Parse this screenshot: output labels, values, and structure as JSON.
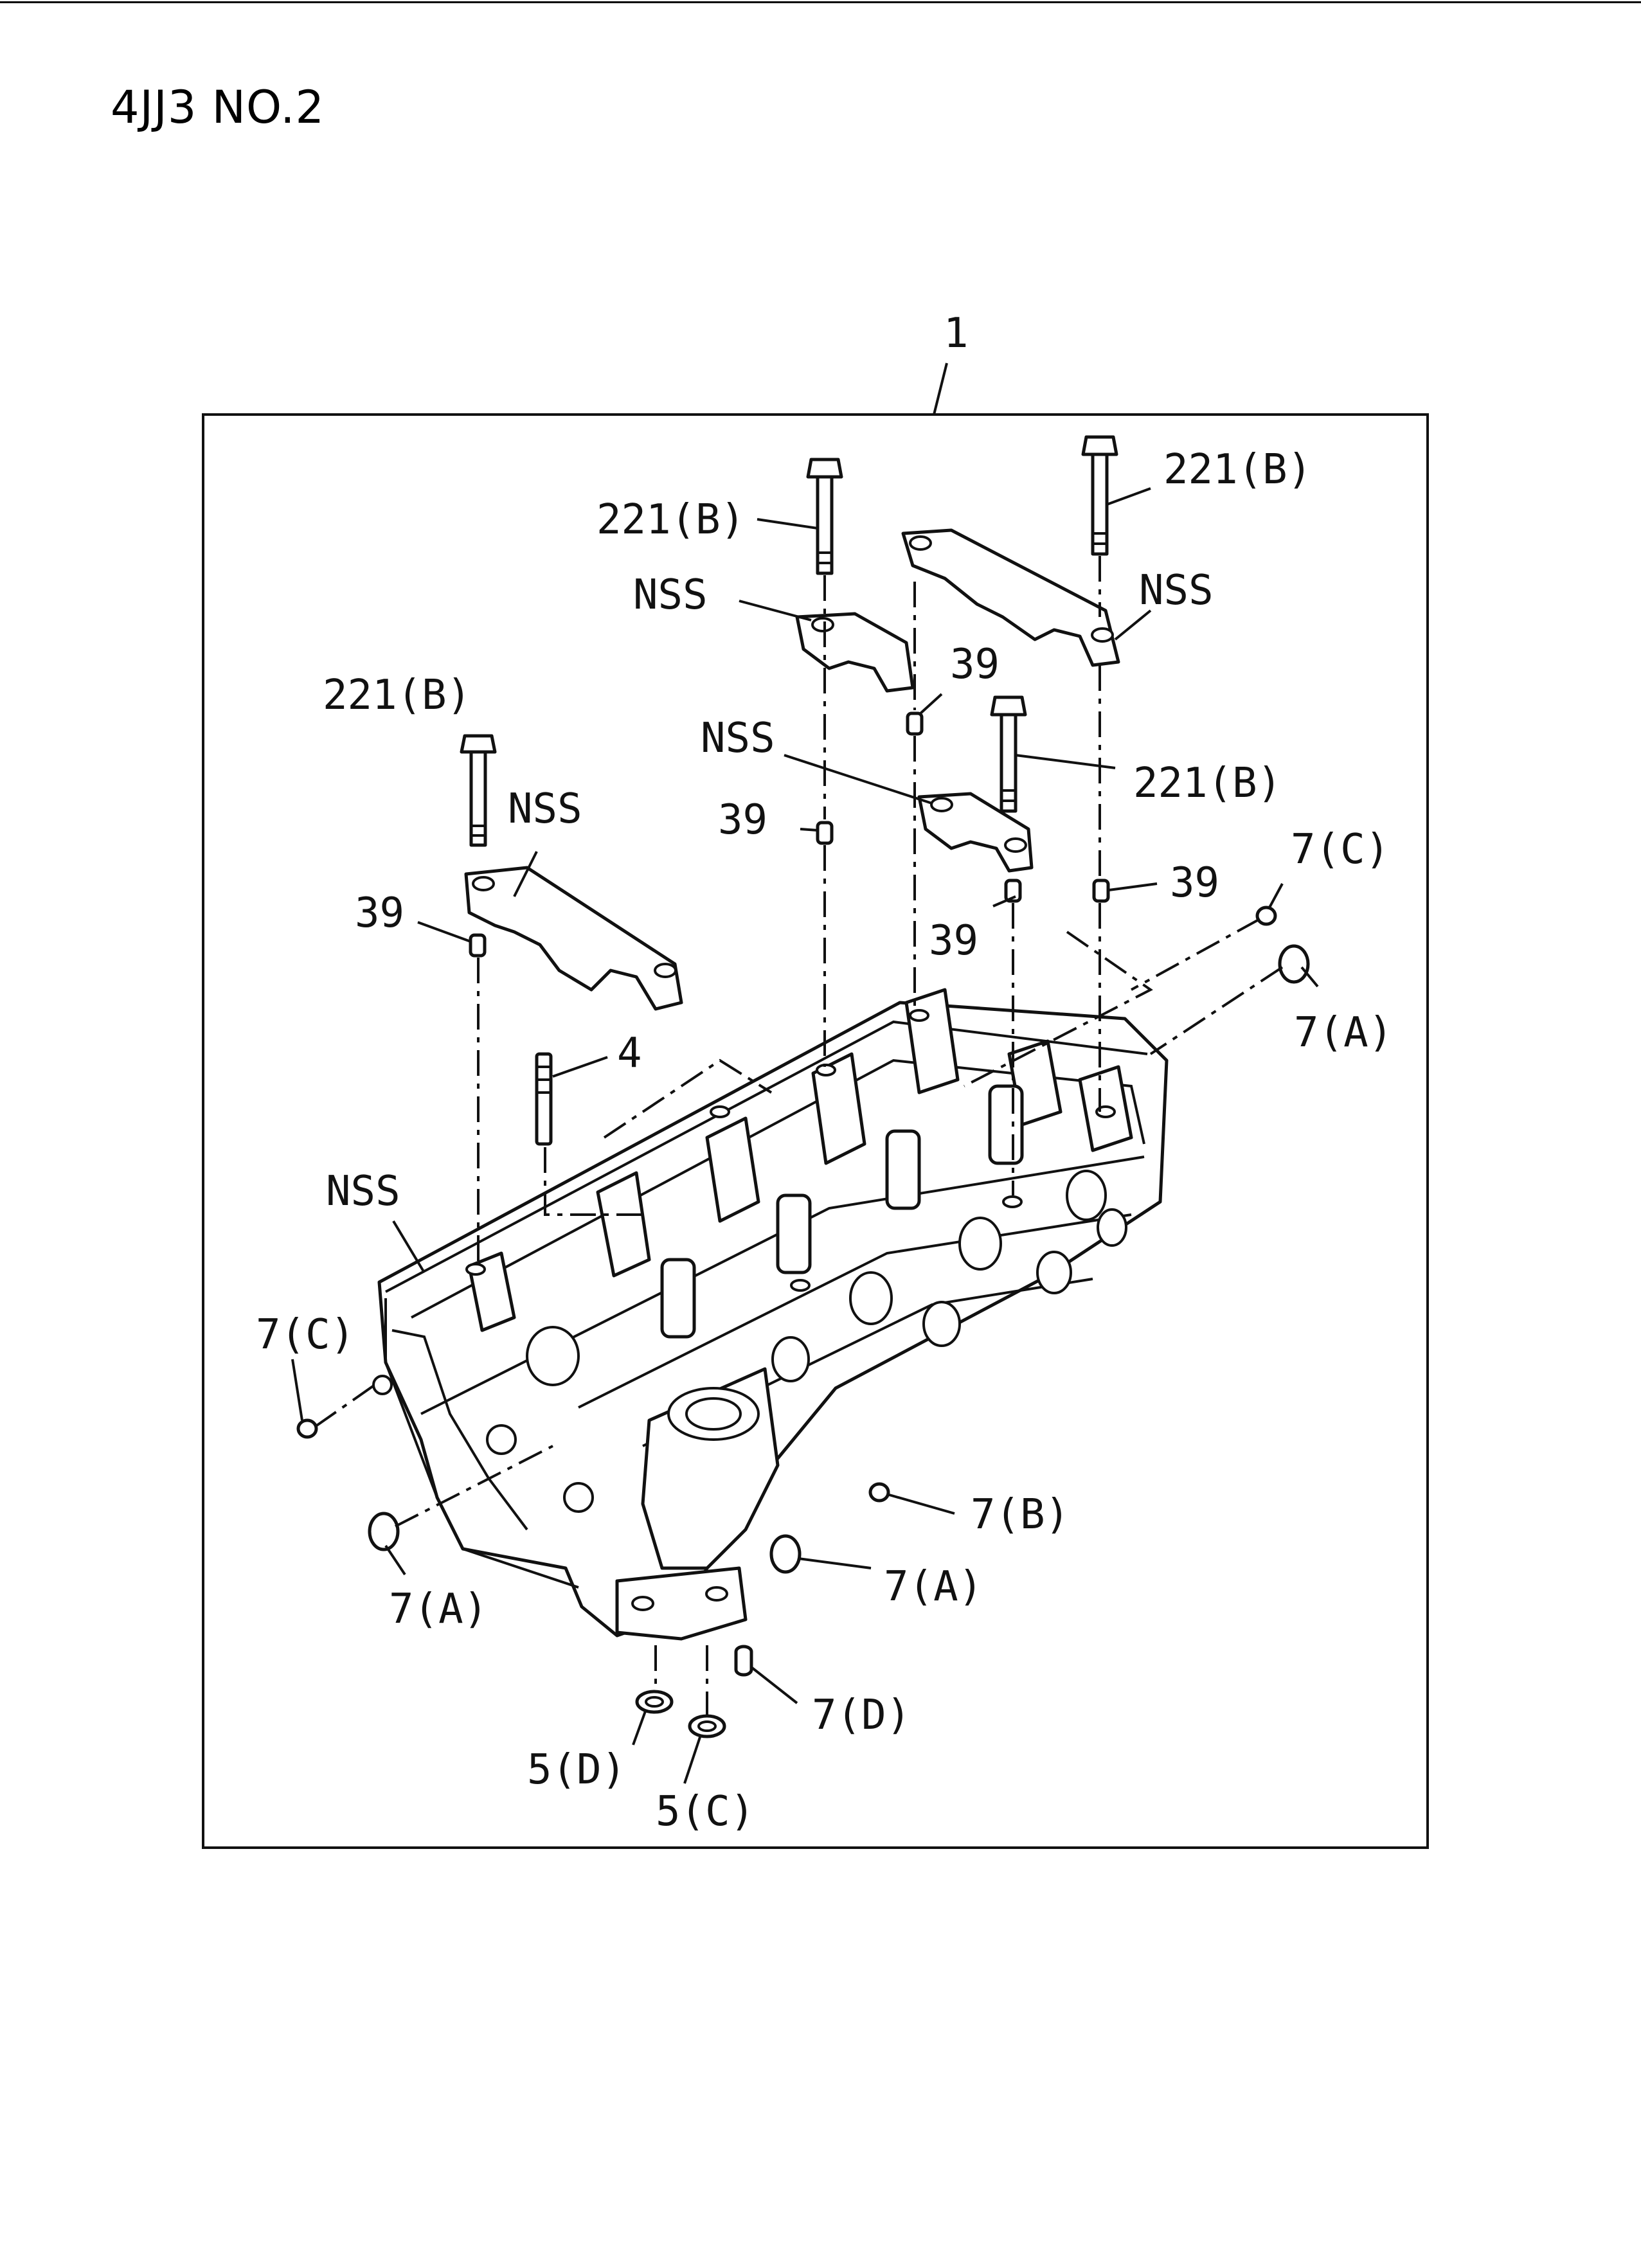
{
  "page": {
    "title": "4JJ3 NO.2"
  },
  "callouts": {
    "assembly": "1",
    "bolt_221b": "221(B)",
    "nss": "NSS",
    "pin_39": "39",
    "stud_4": "4",
    "plug_7a": "7(A)",
    "plug_7b": "7(B)",
    "plug_7c": "7(C)",
    "plug_7d": "7(D)",
    "seal_5c": "5(C)",
    "seal_5d": "5(D)"
  }
}
